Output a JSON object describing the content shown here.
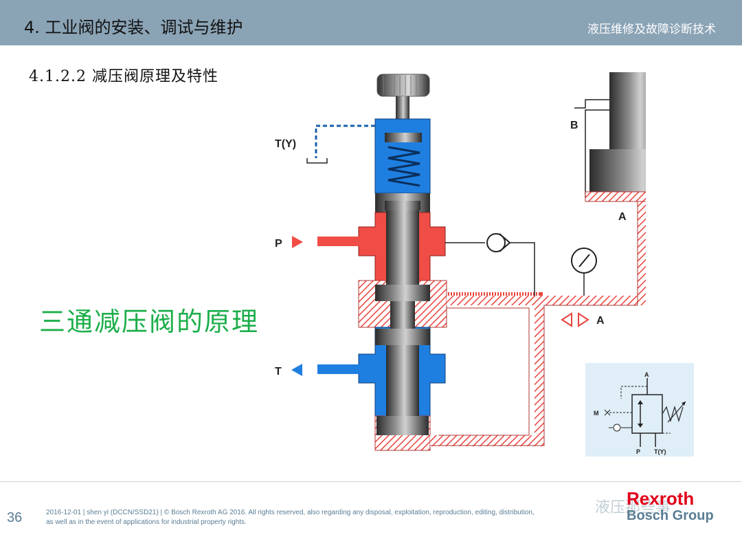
{
  "header": {
    "title": "4. 工业阀的安装、调试与维护",
    "course": "液压维修及故障诊断技术"
  },
  "subtitle": "4.1.2.2 减压阀原理及特性",
  "main_label": "三通减压阀的原理",
  "diagram": {
    "labels": {
      "tank_y": "T(Y)",
      "pressure": "P",
      "tank": "T",
      "port_b": "B",
      "port_a_top": "A",
      "port_a_side": "A"
    },
    "colors": {
      "tank_blue": "#1f7fe0",
      "pressure_red": "#ef4d45",
      "hatch_red": "#e8423c",
      "metal_dark": "#3c3c3c",
      "metal_light": "#b9b9b9"
    }
  },
  "symbol": {
    "labels": {
      "a": "A",
      "m": "M",
      "p": "P",
      "t_y": "T(Y)"
    }
  },
  "footer": {
    "page_number": "36",
    "line1": "2016-12-01 | shen yi (DCCN/SSD21) | © Bosch Rexroth AG 2016. All rights reserved, also regarding any disposal, exploitation, reproduction, editing, distribution,",
    "line2": "as well as in the event of applications for industrial property rights.",
    "watermark": "液压那些事",
    "brand": "Rexroth",
    "group": "Bosch Group"
  }
}
